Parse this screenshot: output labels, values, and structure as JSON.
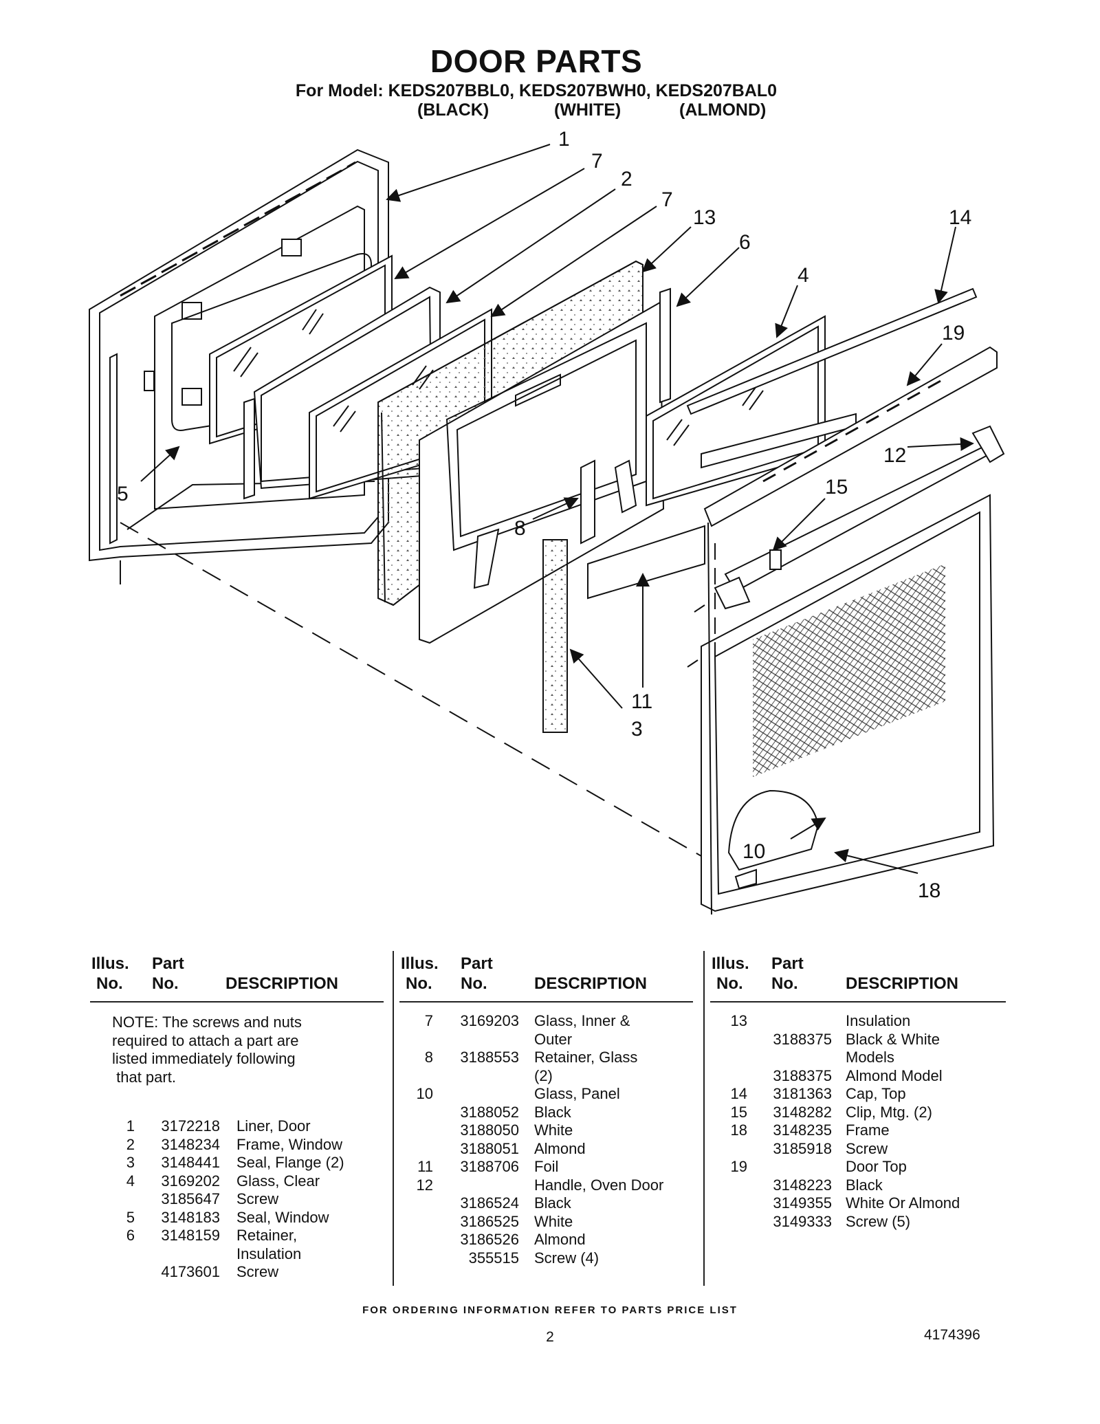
{
  "title": "DOOR PARTS",
  "model_line": "For Model: KEDS207BBL0, KEDS207BWH0, KEDS207BAL0",
  "model_colors": [
    "(BLACK)",
    "(WHITE)",
    "(ALMOND)"
  ],
  "callouts": [
    "1",
    "7",
    "2",
    "7",
    "13",
    "6",
    "14",
    "4",
    "19",
    "12",
    "15",
    "5",
    "8",
    "11",
    "3",
    "10",
    "18"
  ],
  "table_headers": {
    "illus_top": "Illus.",
    "illus_bottom": "No.",
    "part_top": "Part",
    "part_bottom": "No.",
    "description": "DESCRIPTION"
  },
  "note": [
    "NOTE: The screws and nuts",
    "required to attach a part are",
    "listed immediately following",
    " that part."
  ],
  "columns": [
    [
      {
        "illus": "1",
        "part": "3172218",
        "desc": "Liner, Door"
      },
      {
        "illus": "2",
        "part": "3148234",
        "desc": "Frame, Window"
      },
      {
        "illus": "3",
        "part": "3148441",
        "desc": "Seal, Flange (2)"
      },
      {
        "illus": "4",
        "part": "3169202",
        "desc": "Glass, Clear"
      },
      {
        "illus": "",
        "part": "3185647",
        "desc": "Screw"
      },
      {
        "illus": "5",
        "part": "3148183",
        "desc": "Seal, Window"
      },
      {
        "illus": "6",
        "part": "3148159",
        "desc": "Retainer,"
      },
      {
        "illus": "",
        "part": "",
        "desc": "Insulation"
      },
      {
        "illus": "",
        "part": "4173601",
        "desc": "Screw"
      }
    ],
    [
      {
        "illus": "7",
        "part": "3169203",
        "desc": "Glass, Inner &"
      },
      {
        "illus": "",
        "part": "",
        "desc": "Outer"
      },
      {
        "illus": "8",
        "part": "3188553",
        "desc": "Retainer, Glass"
      },
      {
        "illus": "",
        "part": "",
        "desc": "(2)"
      },
      {
        "illus": "10",
        "part": "",
        "desc": "Glass, Panel"
      },
      {
        "illus": "",
        "part": "3188052",
        "desc": "Black"
      },
      {
        "illus": "",
        "part": "3188050",
        "desc": "White"
      },
      {
        "illus": "",
        "part": "3188051",
        "desc": "Almond"
      },
      {
        "illus": "11",
        "part": "3188706",
        "desc": "Foil"
      },
      {
        "illus": "12",
        "part": "",
        "desc": "Handle, Oven Door"
      },
      {
        "illus": "",
        "part": "3186524",
        "desc": "Black"
      },
      {
        "illus": "",
        "part": "3186525",
        "desc": "White"
      },
      {
        "illus": "",
        "part": "3186526",
        "desc": "Almond"
      },
      {
        "illus": "",
        "part": "355515",
        "desc": "Screw (4)"
      }
    ],
    [
      {
        "illus": "13",
        "part": "",
        "desc": "Insulation"
      },
      {
        "illus": "",
        "part": "3188375",
        "desc": "Black & White"
      },
      {
        "illus": "",
        "part": "",
        "desc": "Models"
      },
      {
        "illus": "",
        "part": "3188375",
        "desc": "Almond Model"
      },
      {
        "illus": "14",
        "part": "3181363",
        "desc": "Cap, Top"
      },
      {
        "illus": "15",
        "part": "3148282",
        "desc": "Clip, Mtg. (2)"
      },
      {
        "illus": "18",
        "part": "3148235",
        "desc": "Frame"
      },
      {
        "illus": "",
        "part": "3185918",
        "desc": "Screw"
      },
      {
        "illus": "19",
        "part": "",
        "desc": "Door Top"
      },
      {
        "illus": "",
        "part": "3148223",
        "desc": "Black"
      },
      {
        "illus": "",
        "part": "3149355",
        "desc": "White Or Almond"
      },
      {
        "illus": "",
        "part": "3149333",
        "desc": "Screw (5)"
      }
    ]
  ],
  "footer": "FOR ORDERING INFORMATION REFER TO PARTS PRICE LIST",
  "page_number": "2",
  "doc_number": "4174396"
}
